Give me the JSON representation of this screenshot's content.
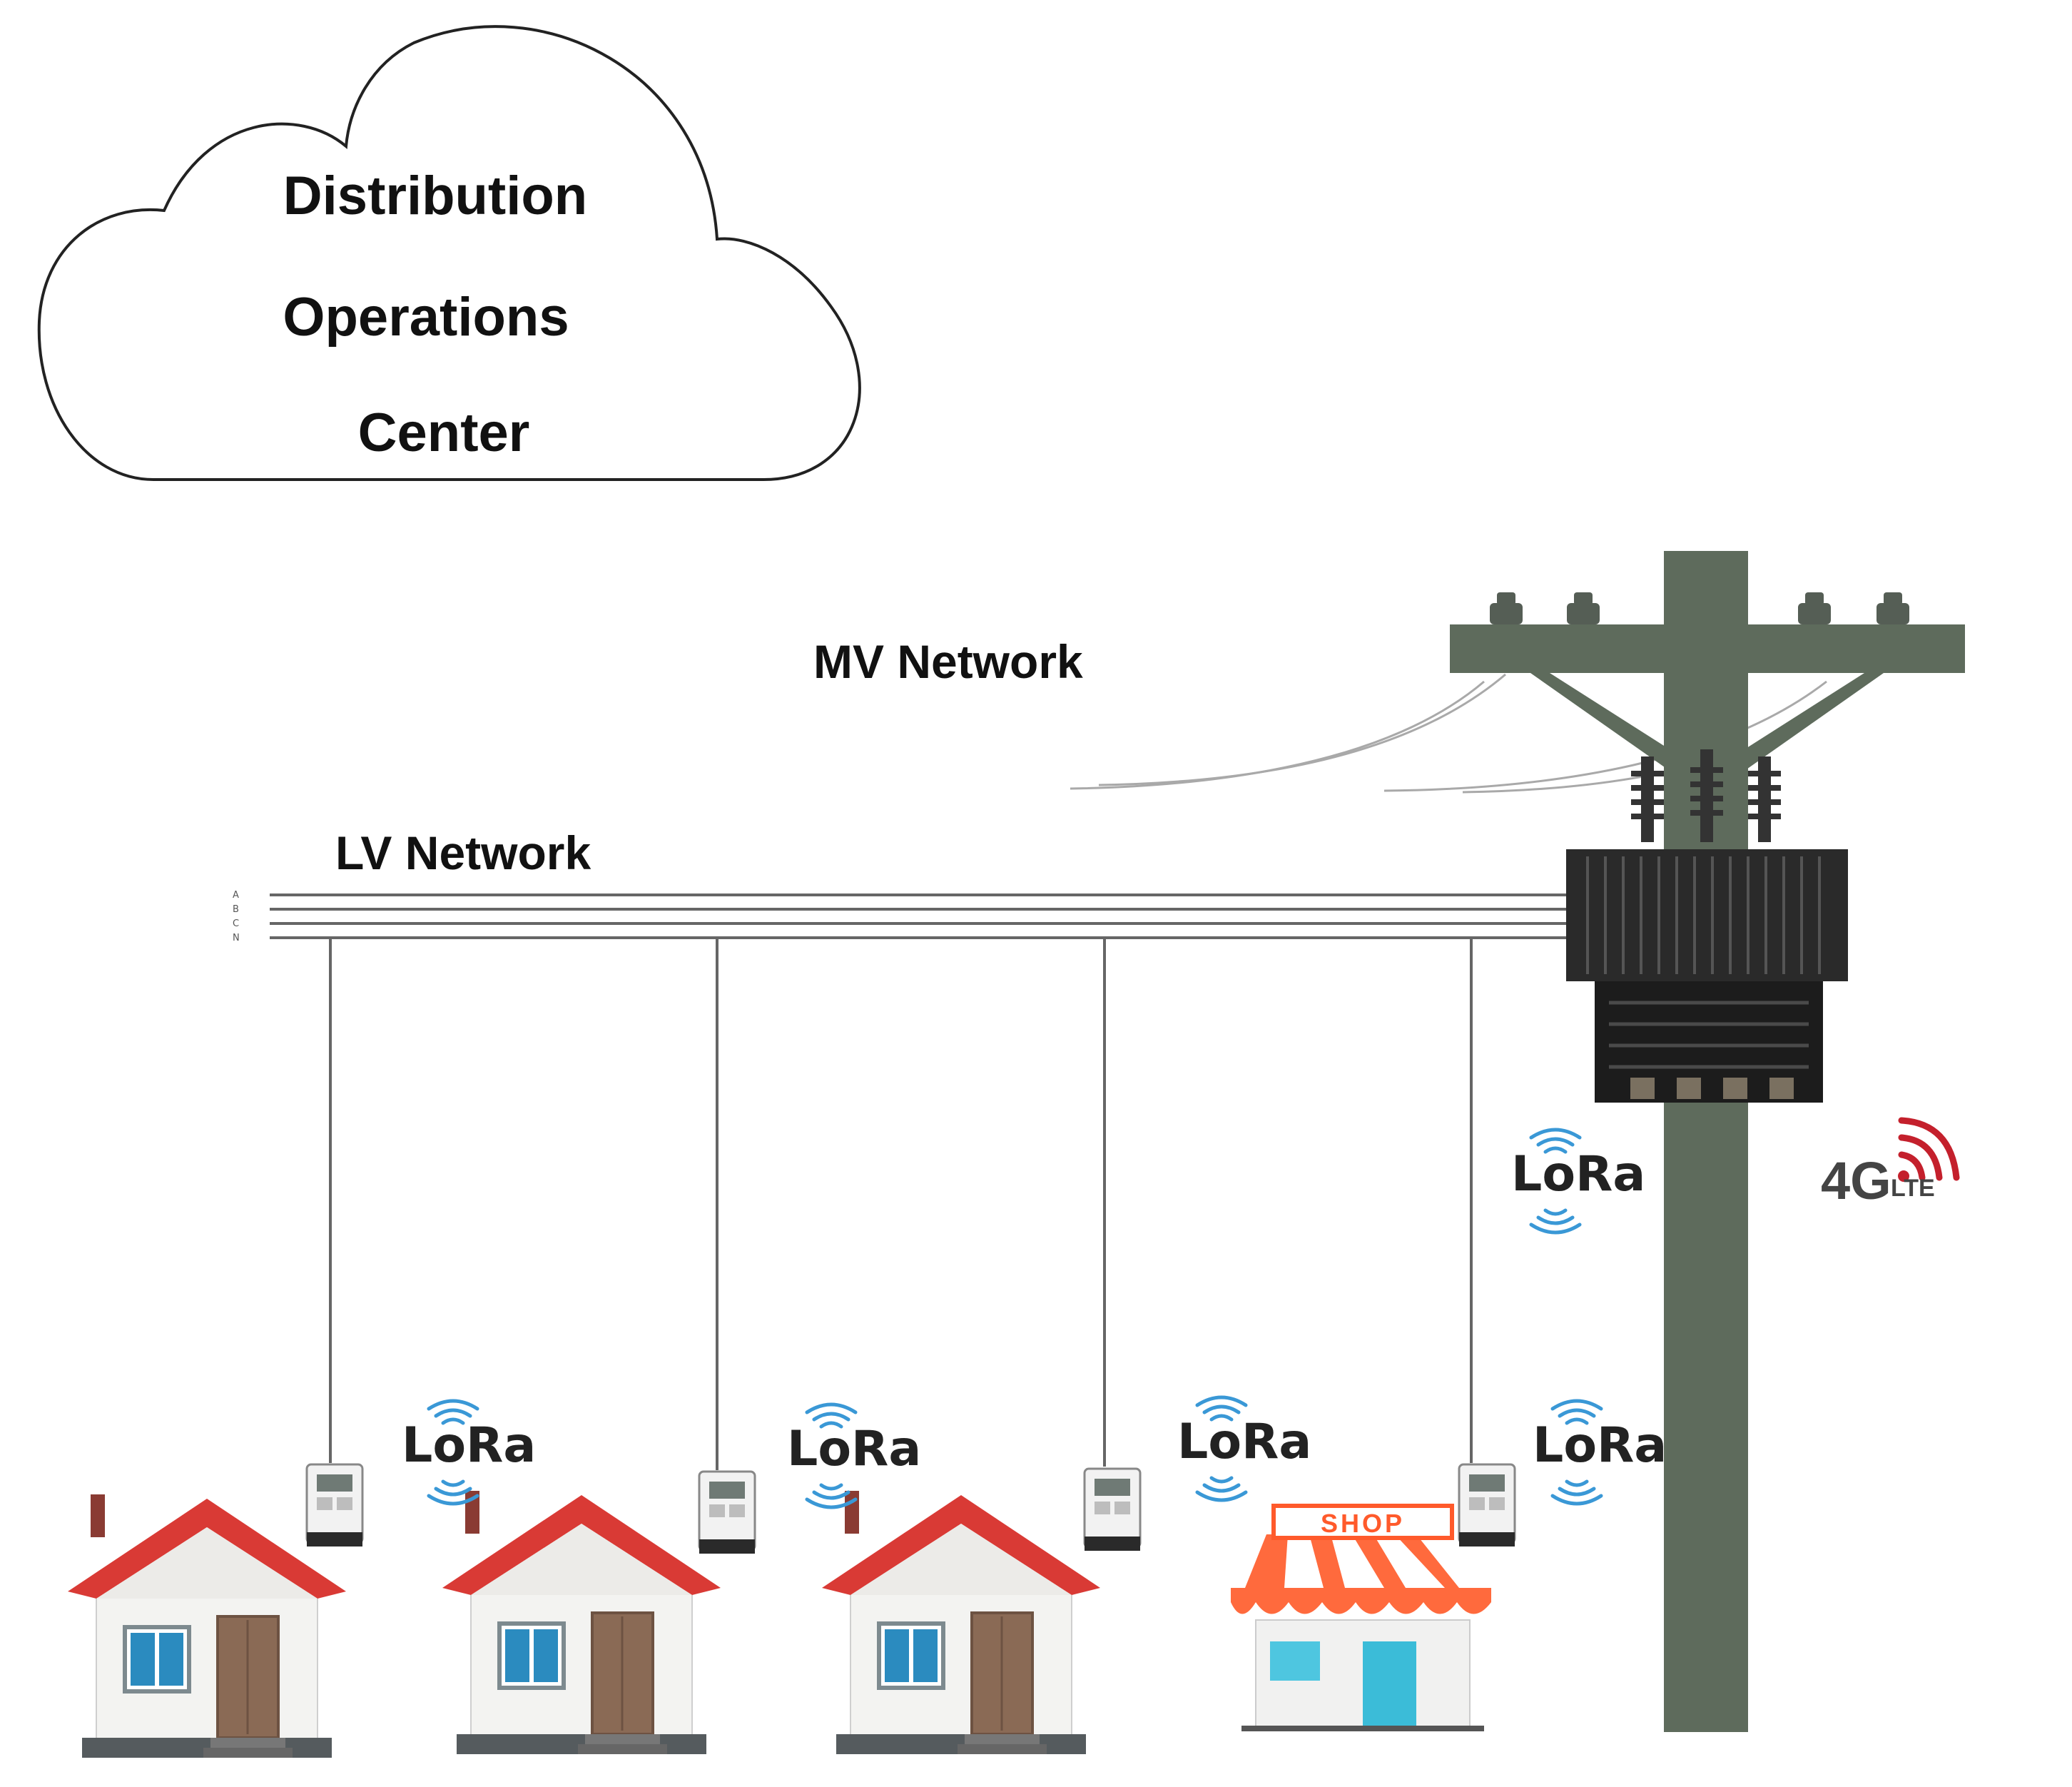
{
  "cloud": {
    "line1": "Distribution",
    "line2": "Operations",
    "line3": "Center"
  },
  "networks": {
    "mv_label": "MV Network",
    "lv_label": "LV Network",
    "phases": [
      "A",
      "B",
      "C",
      "N"
    ]
  },
  "wireless": {
    "lora_label": "LoRa",
    "lte_main": "4G",
    "lte_sub": "LTE"
  },
  "shop_sign": "SHOP",
  "colors": {
    "pole": "#5e6b5c",
    "roof": "#d93a35",
    "lora_waves": "#3a98d6",
    "lte_waves": "#c4202c",
    "awning": "#ff6a3d"
  }
}
